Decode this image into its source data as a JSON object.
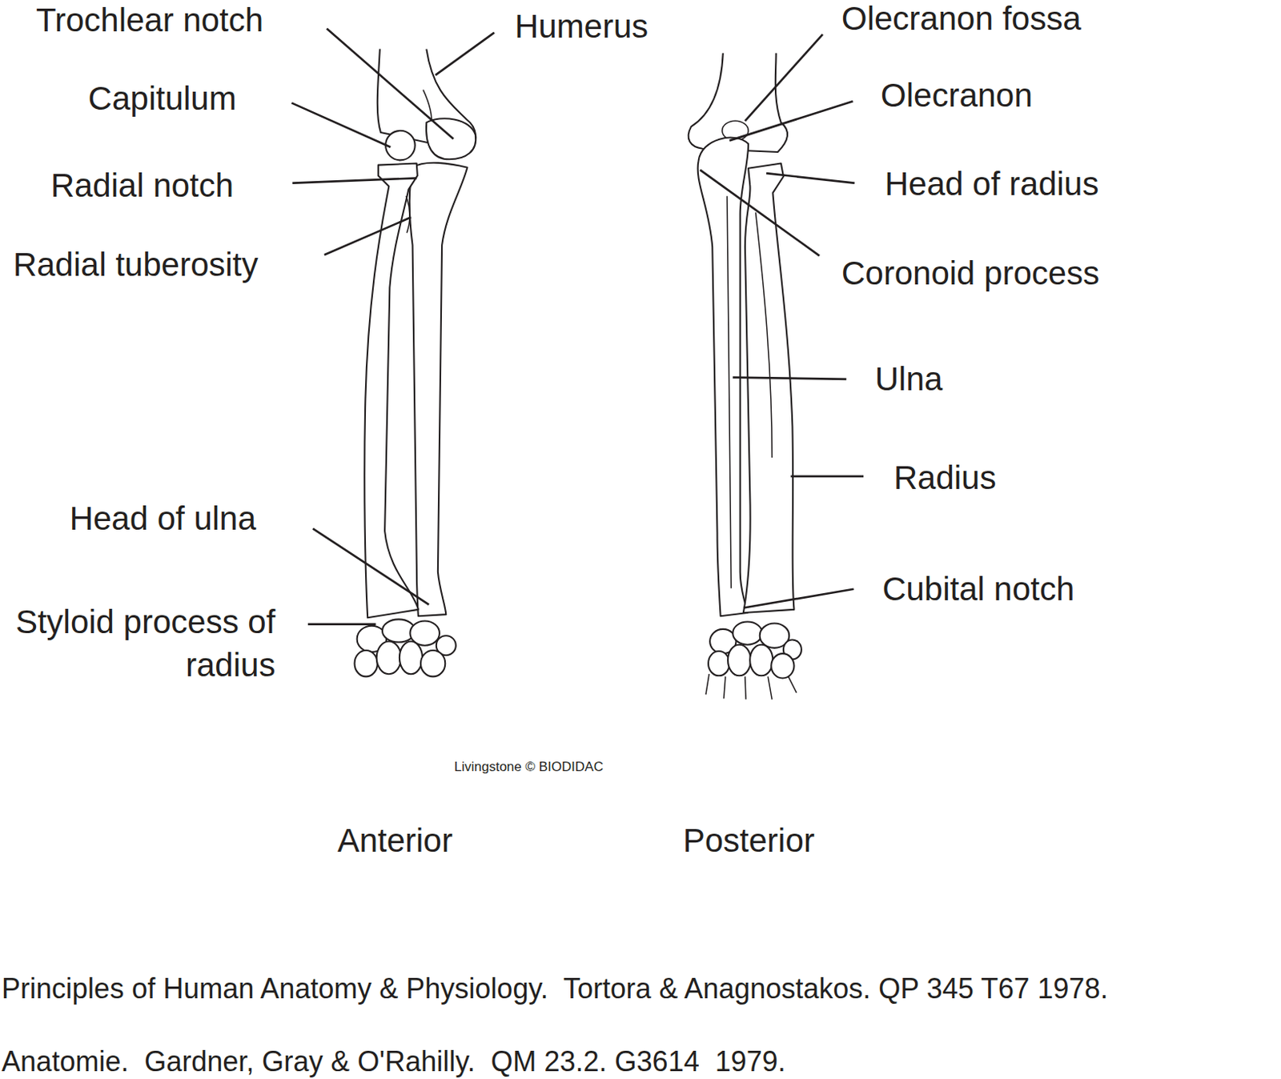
{
  "diagram": {
    "labels": [
      "Trochlear notch",
      "Humerus",
      "Capitulum",
      "Radial notch",
      "Radial tuberosity",
      "Head of ulna",
      "Styloid process of radius",
      "Olecranon fossa",
      "Olecranon",
      "Head of radius",
      "Coronoid process",
      "Ulna",
      "Radius",
      "Cubital notch",
      "Livingstone © BIODIDAC",
      "Anterior",
      "Posterior",
      "Principles of Human Anatomy & Physiology.  Tortora & Anagnostakos. QP 345 T67 1978.",
      "Anatomie.  Gardner, Gray & O'Rahilly.  QM 23.2. G3614  1979."
    ]
  }
}
